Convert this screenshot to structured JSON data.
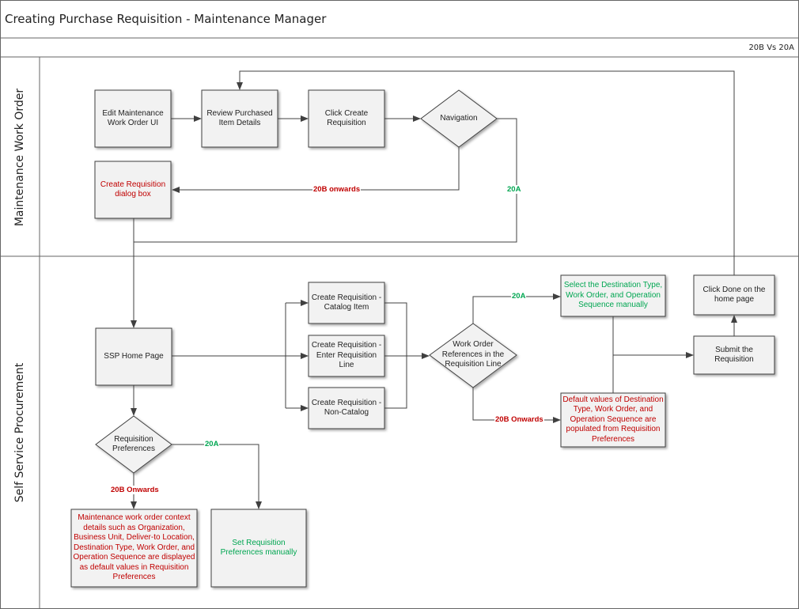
{
  "title": "Creating Purchase Requisition - Maintenance Manager",
  "version": "20B Vs 20A",
  "lanes": {
    "maintenance": "Maintenance Work Order",
    "ssp": "Self Service Procurement"
  },
  "nodes": {
    "edit_wo": "Edit Maintenance Work Order UI",
    "review": "Review Purchased Item Details",
    "click_create": "Click Create Requisition",
    "navigation": "Navigation",
    "create_dialog": "Create Requisition dialog  box",
    "ssp_home": "SSP Home Page",
    "req_catalog": "Create Requisition  - Catalog Item",
    "req_line": "Create Requisition  - Enter Requisition Line",
    "req_noncatalog": "Create Requisition  - Non-Catalog",
    "wo_refs": "Work Order References in the Requisition Line",
    "select_dest": "Select the Destination Type, Work Order, and Operation Sequence manually",
    "default_values": "Default values of Destination Type, Work Order, and Operation Sequence are populated from Requisition Preferences",
    "submit": "Submit the Requisition",
    "click_done": "Click Done on the home page",
    "req_prefs": "Requisition Preferences",
    "context_details": "Maintenance work order context details such as Organization, Business Unit, Deliver-to Location, Destination Type, Work Order, and Operation Sequence are displayed as default values in Requisition Preferences",
    "set_prefs": "Set Requisition Preferences manually"
  },
  "edge_labels": {
    "nav_20b": "20B onwards",
    "nav_20a": "20A",
    "wo_20a": "20A",
    "wo_20b": "20B Onwards",
    "prefs_20a": "20A",
    "prefs_20b": "20B Onwards"
  },
  "colors": {
    "red": "#c00000",
    "green": "#00a651",
    "box_fill": "#f2f2f2",
    "line": "#404040"
  }
}
